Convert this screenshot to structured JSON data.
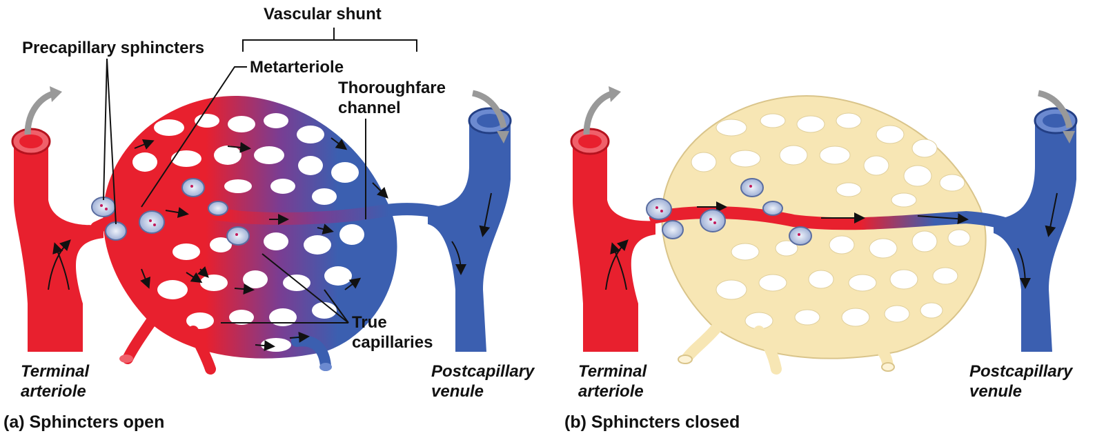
{
  "panel_a": {
    "caption": "(a)  Sphincters open",
    "labels": {
      "vascular_shunt": "Vascular shunt",
      "precapillary_sphincters": "Precapillary sphincters",
      "metarteriole": "Metarteriole",
      "thoroughfare_1": "Thoroughfare",
      "thoroughfare_2": "channel",
      "true_cap_1": "True",
      "true_cap_2": "capillaries",
      "terminal_1": "Terminal",
      "terminal_2": "arteriole",
      "postcap_1": "Postcapillary",
      "postcap_2": "venule"
    }
  },
  "panel_b": {
    "caption": "(b)  Sphincters closed",
    "labels": {
      "terminal_1": "Terminal",
      "terminal_2": "arteriole",
      "postcap_1": "Postcapillary",
      "postcap_2": "venule"
    }
  },
  "colors": {
    "artery": "#e8202e",
    "vein": "#3b5fb0",
    "closed_capillary": "#f7e6b4",
    "sphincter": "#c9d3ea"
  }
}
